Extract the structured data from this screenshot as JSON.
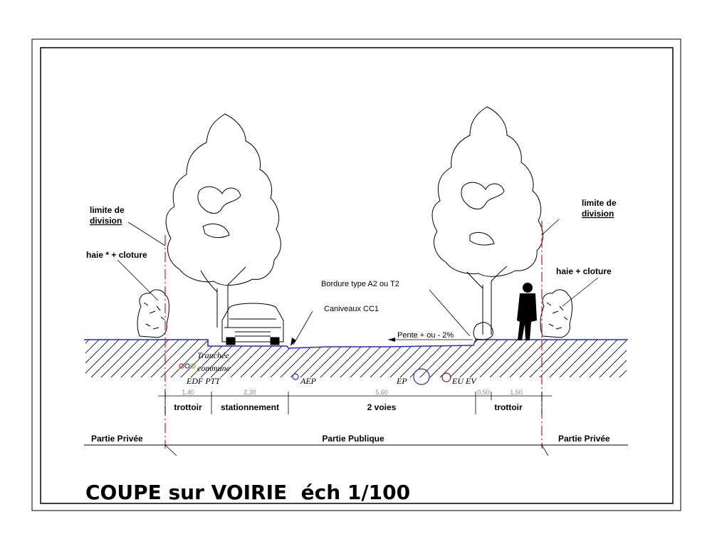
{
  "labels": {
    "limite_left_1": "limite de",
    "limite_left_2": "division",
    "haie_left": "haie * + cloture",
    "limite_right_1": "limite de",
    "limite_right_2": "division",
    "haie_right": "haie + cloture",
    "bordure": "Bordure type A2 ou T2",
    "caniveaux": "Caniveaux CC1",
    "pente": "Pente + ou - 2%"
  },
  "networks": {
    "tranchee_1": "Tranchée",
    "tranchee_2": "commune",
    "edf_ptt": "EDF PTT",
    "aep": "AEP",
    "ep": "EP",
    "eu_ev": "EU EV"
  },
  "dimensions": [
    "1.40",
    "2.30",
    "5.60",
    "0.50",
    "1.50"
  ],
  "zones": [
    "trottoir",
    "stationnement",
    "2 voies",
    "trottoir"
  ],
  "parts": {
    "privee_left": "Partie Privée",
    "publique": "Partie Publique",
    "privee_right": "Partie Privée"
  },
  "title": "COUPE sur VOIRIE  éch 1/100",
  "colors": {
    "ground": "#1f2fd1",
    "limit_line": "#d41818",
    "network_pipe": "#1f2fd1"
  }
}
